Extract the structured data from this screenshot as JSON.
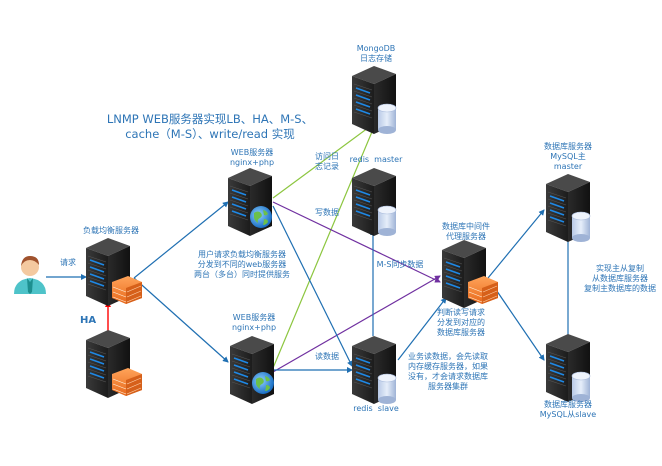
{
  "title": "LNMP WEB服务器实现LB、HA、M-S、\ncache（M-S）、write/read 实现",
  "nodes": {
    "user": {
      "icon": "user-icon"
    },
    "lb_main": {
      "label": "负载均衡服务器",
      "icon": "server-firewall-icon"
    },
    "lb_backup": {
      "label": "",
      "icon": "server-firewall-icon"
    },
    "web1": {
      "label": "WEB服务器\nnginx+php",
      "icon": "server-globe-icon"
    },
    "web2": {
      "label": "WEB服务器\nnginx+php",
      "icon": "server-globe-icon"
    },
    "mongodb": {
      "label": "MongoDB\n日志存储",
      "icon": "server-database-icon"
    },
    "redis_master": {
      "label": "redis  master",
      "icon": "server-database-icon"
    },
    "redis_slave": {
      "label": "redis  slave",
      "icon": "server-database-icon"
    },
    "db_proxy": {
      "label": "数据库中间件\n代理服务器",
      "icon": "server-firewall-icon"
    },
    "mysql_master": {
      "label": "数据库服务器\nMySQL主\nmaster",
      "icon": "server-database-icon"
    },
    "mysql_slave": {
      "label": "数据库服务器\nMySQL从slave",
      "icon": "server-database-icon"
    }
  },
  "edge_labels": {
    "request": "请求",
    "ha": "HA",
    "access_log": "访问日\n志记录",
    "write_data": "写数据",
    "read_data": "读数据",
    "ms_sync": "M-S同步数据",
    "lb_note": "用户请求负载均衡服务器\n分发到不同的web服务器\n两台（多台）同时提供服务",
    "proxy_note": "判断读写请求\n分发到对应的\n数据库服务器",
    "cache_note": "业务读数据，会先读取\n内存缓存服务器，如果\n没有，才会请求数据库\n服务器集群",
    "replication_note": "实现主从复制\n从数据库服务器\n复制主数据库的数据"
  },
  "colors": {
    "blue": "#1f6fb2",
    "green": "#8cc63f",
    "purple": "#7030a0",
    "red": "#ff0000",
    "text": "#2e75b6"
  }
}
